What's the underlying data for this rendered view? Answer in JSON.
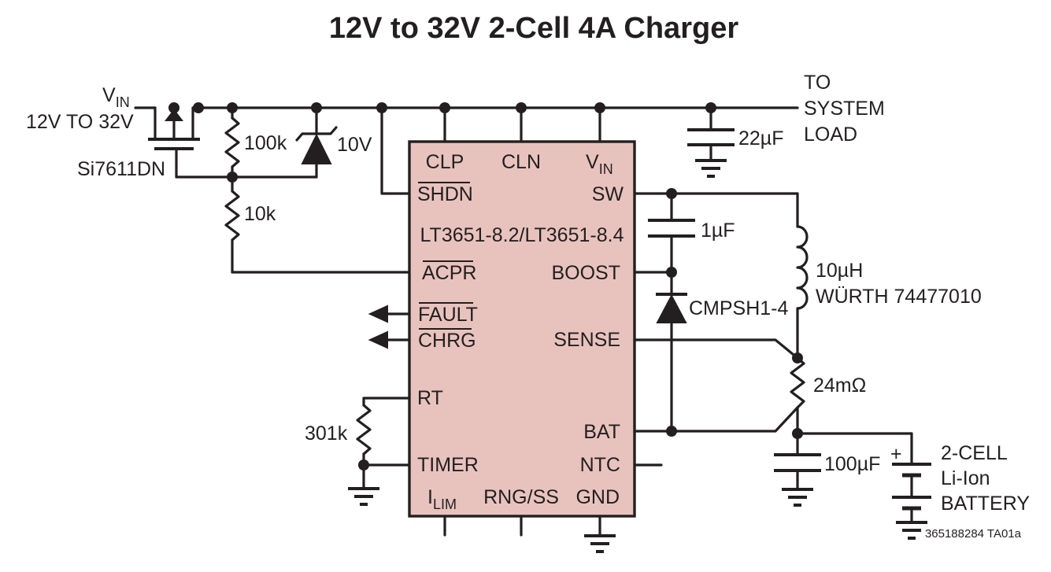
{
  "title": "12V to 32V 2-Cell 4A Charger",
  "vin": {
    "label": "V",
    "label_sub": "IN",
    "range": "12V TO 32V"
  },
  "mosfet_part": "Si7611DN",
  "resistors": {
    "r_top": "100k",
    "r_bottom": "10k",
    "r_timer": "301k",
    "r_sense": "24mΩ"
  },
  "zener": "10V",
  "caps": {
    "output": "22µF",
    "boost": "1µF",
    "battery": "100µF"
  },
  "system_load": [
    "TO",
    "SYSTEM",
    "LOAD"
  ],
  "inductor": {
    "value": "10µH",
    "part": "WÜRTH 74477010"
  },
  "diode_part": "CMPSH1-4",
  "chip": {
    "name": "LT3651-8.2/LT3651-8.4",
    "pins": {
      "clp": "CLP",
      "cln": "CLN",
      "vin": "V",
      "vin_sub": "IN",
      "shdn": "SHDN",
      "sw": "SW",
      "acpr": "ACPR",
      "boost": "BOOST",
      "fault": "FAULT",
      "chrg": "CHRG",
      "sense": "SENSE",
      "rt": "RT",
      "bat": "BAT",
      "timer": "TIMER",
      "ntc": "NTC",
      "ilim": "I",
      "ilim_sub": "LIM",
      "rng_ss": "RNG/SS",
      "gnd": "GND"
    }
  },
  "battery": {
    "polarity": "+",
    "lines": [
      "2-CELL",
      "Li-Ion",
      "BATTERY"
    ]
  },
  "figure_id": "365188284 TA01a"
}
